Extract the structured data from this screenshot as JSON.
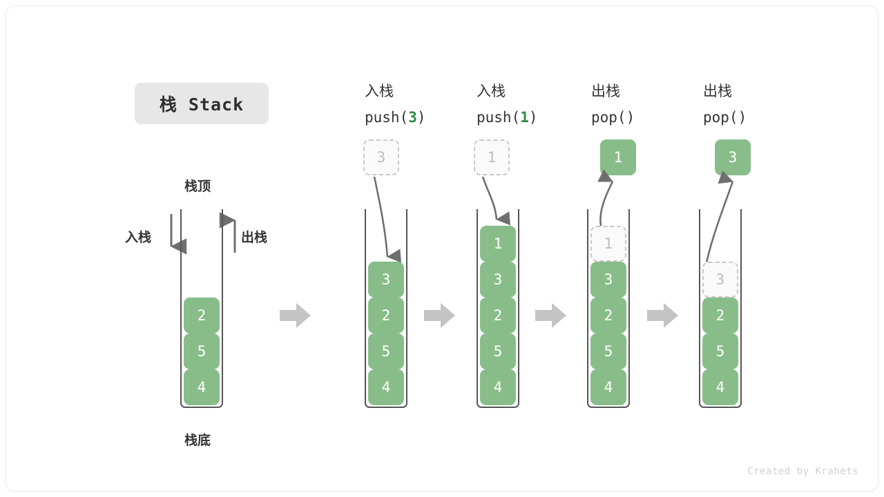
{
  "diagram": {
    "title": "栈 Stack",
    "top_label": "栈顶",
    "bottom_label": "栈底",
    "push_label": "入栈",
    "pop_label": "出栈",
    "credit": "Created by Krahets",
    "colors": {
      "cell_fill": "#88bd8a",
      "cell_text": "#ffffff",
      "ghost_fill": "#fafafa",
      "ghost_text": "#bdbdbd",
      "ghost_border": "#c9c9c9",
      "wall": "#555555",
      "arrow": "#777777",
      "block_arrow": "#c4c4c4",
      "chip_bg": "#e7e7e7",
      "accent_value": "#2e8b45"
    },
    "steps": [
      {
        "id": "initial",
        "heading_cn": "",
        "heading_op": "",
        "op_value": "",
        "stack": [
          "2",
          "5",
          "4"
        ],
        "ghost_in_stack": null,
        "ghost_above": null,
        "popped_above": null
      },
      {
        "id": "push-3",
        "heading_cn": "入栈",
        "heading_op": "push(",
        "op_value": "3",
        "op_tail": ")",
        "stack": [
          "3",
          "2",
          "5",
          "4"
        ],
        "ghost_in_stack": null,
        "ghost_above": "3",
        "popped_above": null
      },
      {
        "id": "push-1",
        "heading_cn": "入栈",
        "heading_op": "push(",
        "op_value": "1",
        "op_tail": ")",
        "stack": [
          "1",
          "3",
          "2",
          "5",
          "4"
        ],
        "ghost_in_stack": null,
        "ghost_above": "1",
        "popped_above": null
      },
      {
        "id": "pop-1",
        "heading_cn": "出栈",
        "heading_op": "pop(",
        "op_value": "",
        "op_tail": ")",
        "stack": [
          "3",
          "2",
          "5",
          "4"
        ],
        "ghost_in_stack": "1",
        "ghost_above": null,
        "popped_above": "1"
      },
      {
        "id": "pop-3",
        "heading_cn": "出栈",
        "heading_op": "pop(",
        "op_value": "",
        "op_tail": ")",
        "stack": [
          "2",
          "5",
          "4"
        ],
        "ghost_in_stack": "3",
        "ghost_above": null,
        "popped_above": "3"
      }
    ]
  }
}
